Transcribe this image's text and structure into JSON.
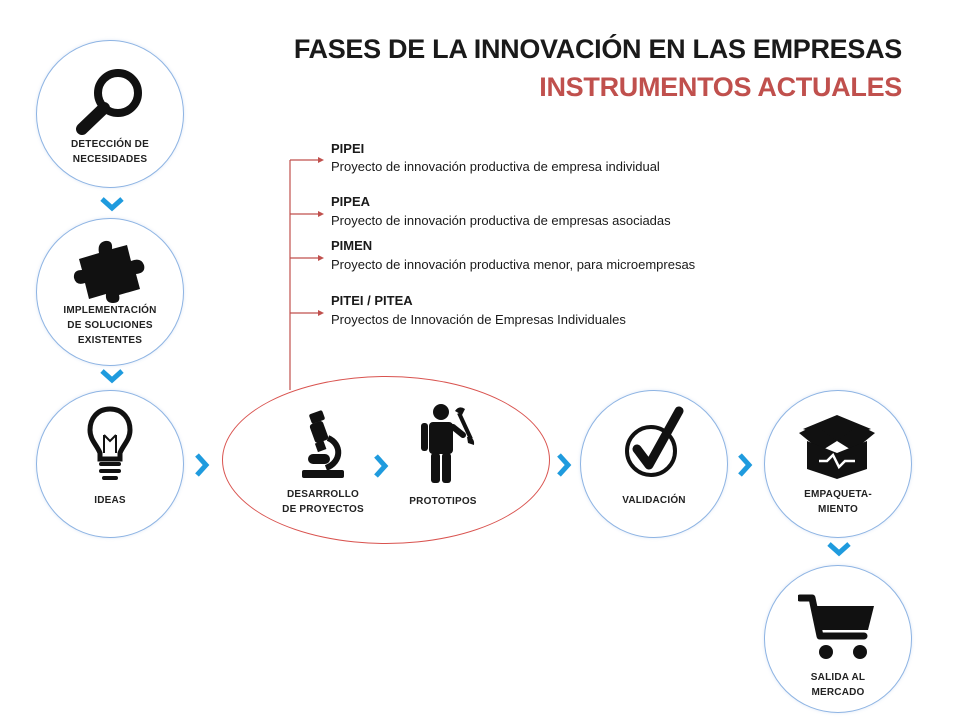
{
  "title": {
    "line1": "FASES DE LA INNOVACIÓN EN LAS EMPRESAS",
    "line2": "INSTRUMENTOS ACTUALES"
  },
  "colors": {
    "accent_red": "#c0504d",
    "arrow_blue": "#1f9bde",
    "circle_border": "#8eb4e3",
    "oval_border": "#d9534f",
    "connector": "#c0504d"
  },
  "phases": {
    "detection": {
      "label_l1": "DETECCIÓN DE",
      "label_l2": "NECESIDADES",
      "icon": "magnifier-icon"
    },
    "implementation": {
      "label_l1": "IMPLEMENTACIÓN",
      "label_l2": "DE SOLUCIONES",
      "label_l3": "EXISTENTES",
      "icon": "puzzle-icon"
    },
    "ideas": {
      "label": "IDEAS",
      "icon": "lightbulb-icon"
    },
    "development": {
      "label_l1": "DESARROLLO",
      "label_l2": "DE PROYECTOS",
      "icon": "microscope-icon"
    },
    "prototypes": {
      "label": "PROTOTIPOS",
      "icon": "worker-icon"
    },
    "validation": {
      "label": "VALIDACIÓN",
      "icon": "checkmark-icon"
    },
    "packaging": {
      "label_l1": "EMPAQUETA-",
      "label_l2": "MIENTO",
      "icon": "box-icon"
    },
    "market": {
      "label_l1": "SALIDA AL",
      "label_l2": "MERCADO",
      "icon": "cart-icon"
    }
  },
  "instruments": [
    {
      "code": "PIPEI",
      "desc": "Proyecto de innovación productiva de empresa individual"
    },
    {
      "code": "PIPEA",
      "desc": "Proyecto de innovación productiva de empresas asociadas"
    },
    {
      "code": "PIMEN",
      "desc": "Proyecto de innovación productiva menor, para microempresas"
    },
    {
      "code": "PITEI / PITEA",
      "desc": "Proyectos de Innovación de Empresas Individuales"
    }
  ]
}
